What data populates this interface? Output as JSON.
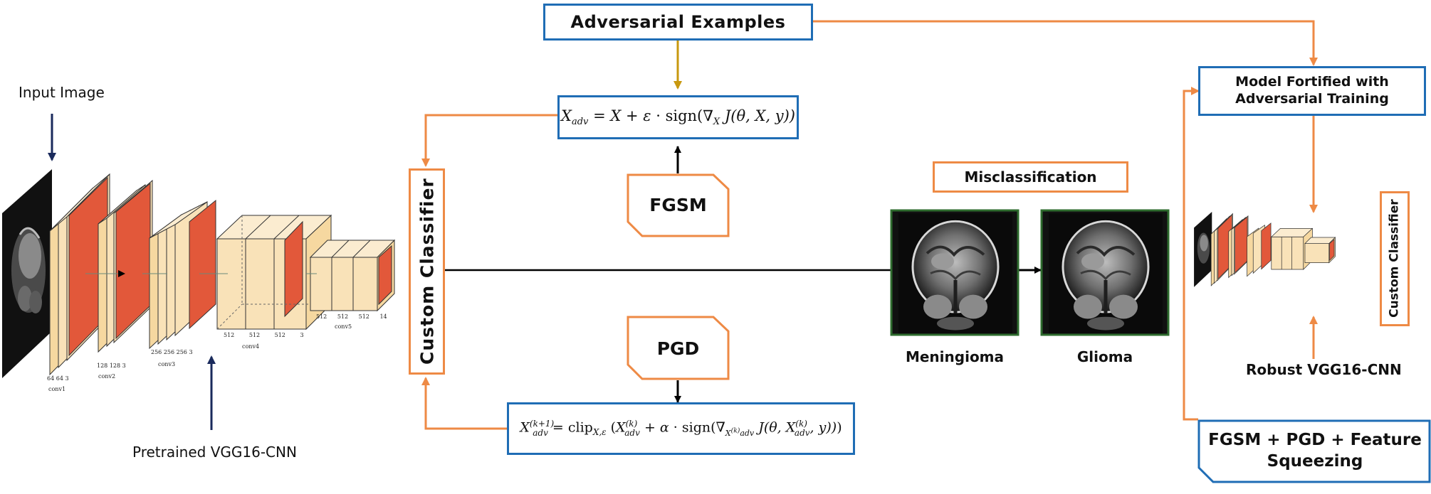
{
  "labels": {
    "input_image": "Input Image",
    "pretrained": "Pretrained VGG16-CNN",
    "custom_classifier": "Custom Classifier",
    "adversarial_examples": "Adversarial Examples",
    "fgsm": "FGSM",
    "pgd": "PGD",
    "misclassification": "Misclassification",
    "meningioma": "Meningioma",
    "glioma": "Glioma",
    "model_fortified": "Model Fortified with Adversarial Training",
    "robust": "Robust VGG16-CNN",
    "custom_classifier_right": "Custom Classifier",
    "defense": "FGSM + PGD + Feature Squeezing"
  },
  "vgg_labels": {
    "conv1": "conv1",
    "conv2": "conv2",
    "conv3": "conv3",
    "conv4": "conv4",
    "conv5": "conv5",
    "c1_dims": "64 64 3",
    "c2_dims": "128 128 3",
    "c3_dims": "256 256 256 3",
    "c4_dims": "512 512 512 3",
    "c5_dims": "512 512 512 14"
  },
  "colors": {
    "blue": "#1f6db5",
    "orange": "#ee8a45",
    "navy": "#1a2a5c",
    "gold": "#c8980f",
    "conv_face": "#e2583a",
    "conv_slab": "#f9e2b8"
  }
}
